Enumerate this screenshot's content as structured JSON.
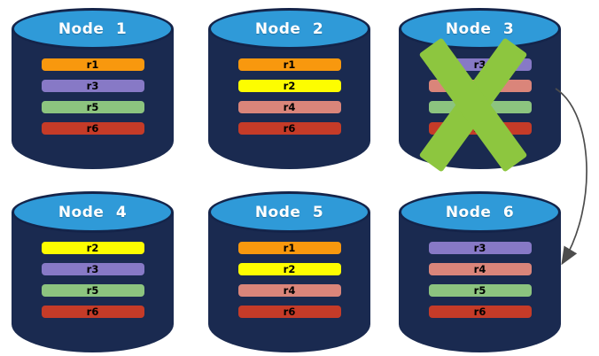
{
  "diagram": {
    "description": "Database replica placement across six nodes; Node 3 has failed and its replicas fail over to Node 6",
    "colors": {
      "cylinder_body": "#1A2A50",
      "cylinder_outline": "#14244A",
      "cylinder_top": "#2F9AD8",
      "title_text": "#FFFFFF",
      "replica_text": "#000000",
      "failure_x": "#8DC63F",
      "arrow": "#4D4D4D",
      "background": "#FFFFFF"
    },
    "nodes": [
      {
        "id": "node-1",
        "label": "Node 1",
        "failed": false,
        "replicas": [
          {
            "label": "r1",
            "color": "#F8980E"
          },
          {
            "label": "r3",
            "color": "#8779C6"
          },
          {
            "label": "r5",
            "color": "#8CC47F"
          },
          {
            "label": "r6",
            "color": "#C53B28"
          }
        ]
      },
      {
        "id": "node-2",
        "label": "Node 2",
        "failed": false,
        "replicas": [
          {
            "label": "r1",
            "color": "#F8980E"
          },
          {
            "label": "r2",
            "color": "#FDFD00"
          },
          {
            "label": "r4",
            "color": "#DA857A"
          },
          {
            "label": "r6",
            "color": "#C53B28"
          }
        ]
      },
      {
        "id": "node-3",
        "label": "Node 3",
        "failed": true,
        "replicas": [
          {
            "label": "r3",
            "color": "#8779C6"
          },
          {
            "label": "r4",
            "color": "#DA857A"
          },
          {
            "label": "r5",
            "color": "#8CC47F"
          },
          {
            "label": "r6",
            "color": "#C53B28"
          }
        ]
      },
      {
        "id": "node-4",
        "label": "Node 4",
        "failed": false,
        "replicas": [
          {
            "label": "r2",
            "color": "#FDFD00"
          },
          {
            "label": "r3",
            "color": "#8779C6"
          },
          {
            "label": "r5",
            "color": "#8CC47F"
          },
          {
            "label": "r6",
            "color": "#C53B28"
          }
        ]
      },
      {
        "id": "node-5",
        "label": "Node 5",
        "failed": false,
        "replicas": [
          {
            "label": "r1",
            "color": "#F8980E"
          },
          {
            "label": "r2",
            "color": "#FDFD00"
          },
          {
            "label": "r4",
            "color": "#DA857A"
          },
          {
            "label": "r6",
            "color": "#C53B28"
          }
        ]
      },
      {
        "id": "node-6",
        "label": "Node 6",
        "failed": false,
        "replicas": [
          {
            "label": "r3",
            "color": "#8779C6"
          },
          {
            "label": "r4",
            "color": "#DA857A"
          },
          {
            "label": "r5",
            "color": "#8CC47F"
          },
          {
            "label": "r6",
            "color": "#C53B28"
          }
        ]
      }
    ],
    "failure_marker": {
      "node": "node-3",
      "shape": "x-mark"
    },
    "arrow_link": {
      "from": "node-3",
      "to": "node-6"
    }
  }
}
